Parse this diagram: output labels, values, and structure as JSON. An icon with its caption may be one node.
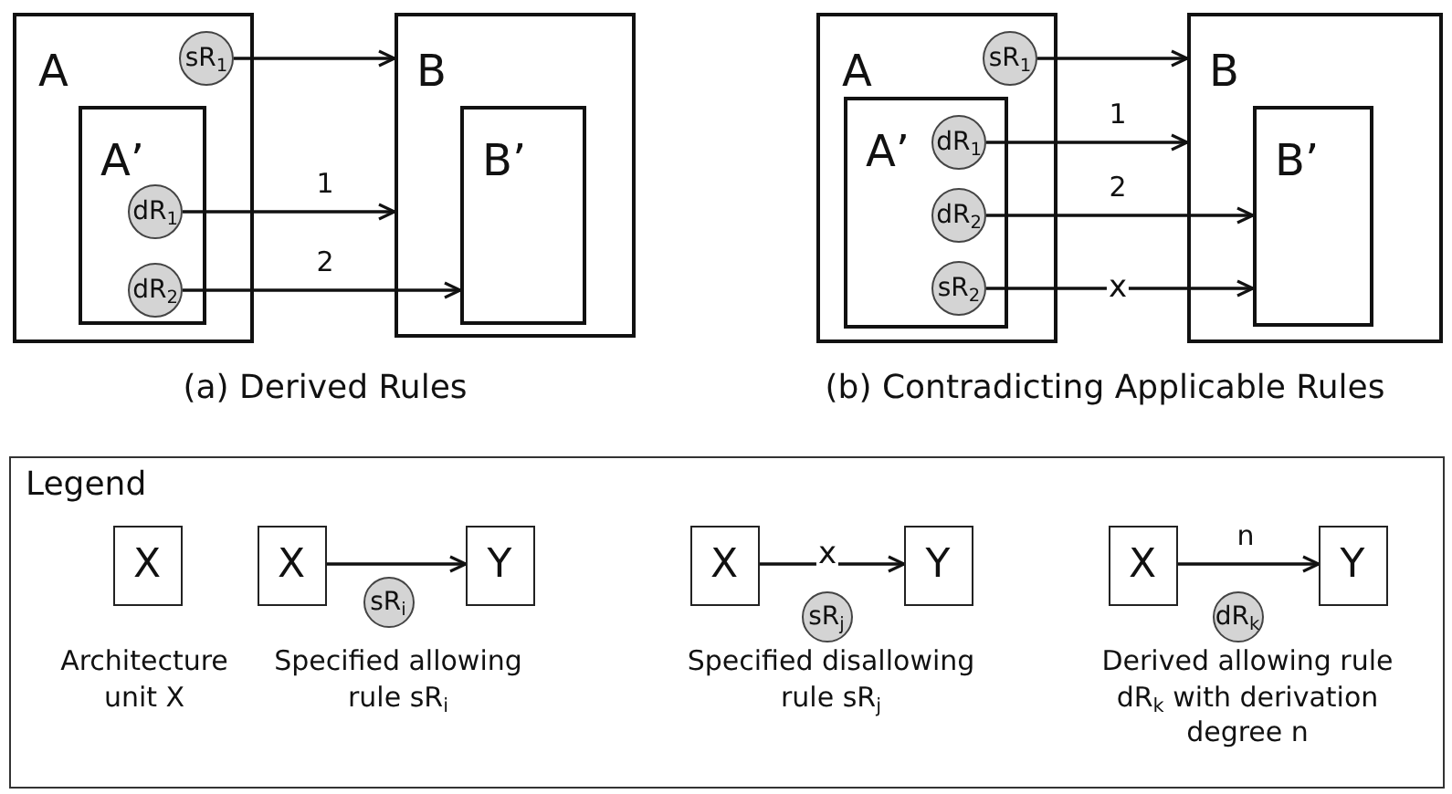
{
  "diagram": {
    "nodes": [
      {
        "text": [
          "A"
        ]
      },
      {
        "text": [
          "sR$_{1}$"
        ],
        "in": 0
      },
      {
        "text": [
          "A’"
        ],
        "in": 0
      },
      {
        "text": [
          "dR$_{1}$"
        ],
        "in": 2
      },
      {
        "text": [
          "dR$_{2}$"
        ],
        "in": 2
      },
      {
        "text": [
          "B"
        ]
      },
      {
        "text": [
          "B’"
        ],
        "in": 5
      },
      {
        "text": [
          "A"
        ]
      },
      {
        "text": [
          "sR$_{1}$"
        ],
        "in": 7
      },
      {
        "text": [
          "A’"
        ],
        "in": 7
      },
      {
        "text": [
          "dR$_{1}$"
        ],
        "in": 9
      },
      {
        "text": [
          "dR$_{2}$"
        ],
        "in": 9
      },
      {
        "text": [
          "sR$_{2}$"
        ],
        "in": 9
      },
      {
        "text": [
          "B"
        ]
      },
      {
        "text": [
          "B’"
        ],
        "in": 13
      },
      {
        "text": [
          "Legend"
        ]
      },
      {
        "text": [
          "X"
        ],
        "in": 15
      },
      {
        "text": [
          "X"
        ],
        "in": 15
      },
      {
        "text": [
          "Y"
        ],
        "in": 15
      },
      {
        "text": [
          "sR$_{i}$"
        ],
        "in": 15
      },
      {
        "text": [
          "X"
        ],
        "in": 15
      },
      {
        "text": [
          "Y"
        ],
        "in": 15
      },
      {
        "text": [
          "sR$_{j}$"
        ],
        "in": 15
      },
      {
        "text": [
          "X"
        ],
        "in": 15
      },
      {
        "text": [
          "Y"
        ],
        "in": 15
      },
      {
        "text": [
          "dR$_{k}$"
        ],
        "in": 15
      }
    ],
    "edges": [
      {
        "from": 1,
        "to": 5,
        "arrow": "to"
      },
      {
        "from": 3,
        "to": 5,
        "arrow": "to",
        "label": "1"
      },
      {
        "from": 4,
        "to": 6,
        "arrow": "to",
        "label": "2"
      },
      {
        "from": 8,
        "to": 13,
        "arrow": "to"
      },
      {
        "from": 10,
        "to": 13,
        "arrow": "to",
        "label": "1"
      },
      {
        "from": 11,
        "to": 14,
        "arrow": "to",
        "label": "2"
      },
      {
        "from": 12,
        "to": 14,
        "arrow": "to",
        "label": "x"
      },
      {
        "from": 17,
        "to": 18,
        "arrow": "to"
      },
      {
        "from": 20,
        "to": 21,
        "arrow": "to",
        "label": "x"
      },
      {
        "from": 23,
        "to": 24,
        "arrow": "to",
        "label": "n"
      }
    ],
    "labels": [
      "(a) Derived Rules",
      "(b) Contradicting Applicable Rules"
    ],
    "legend": [
      {
        "text": "Architecture unit X"
      },
      {
        "text": "Specified allowing rule sR$_{i}$"
      },
      {
        "text": "Specified disallowing rule sR$_{j}$"
      },
      {
        "text": "Derived allowing rule dR$_{k}$ with derivation degree n"
      }
    ]
  }
}
